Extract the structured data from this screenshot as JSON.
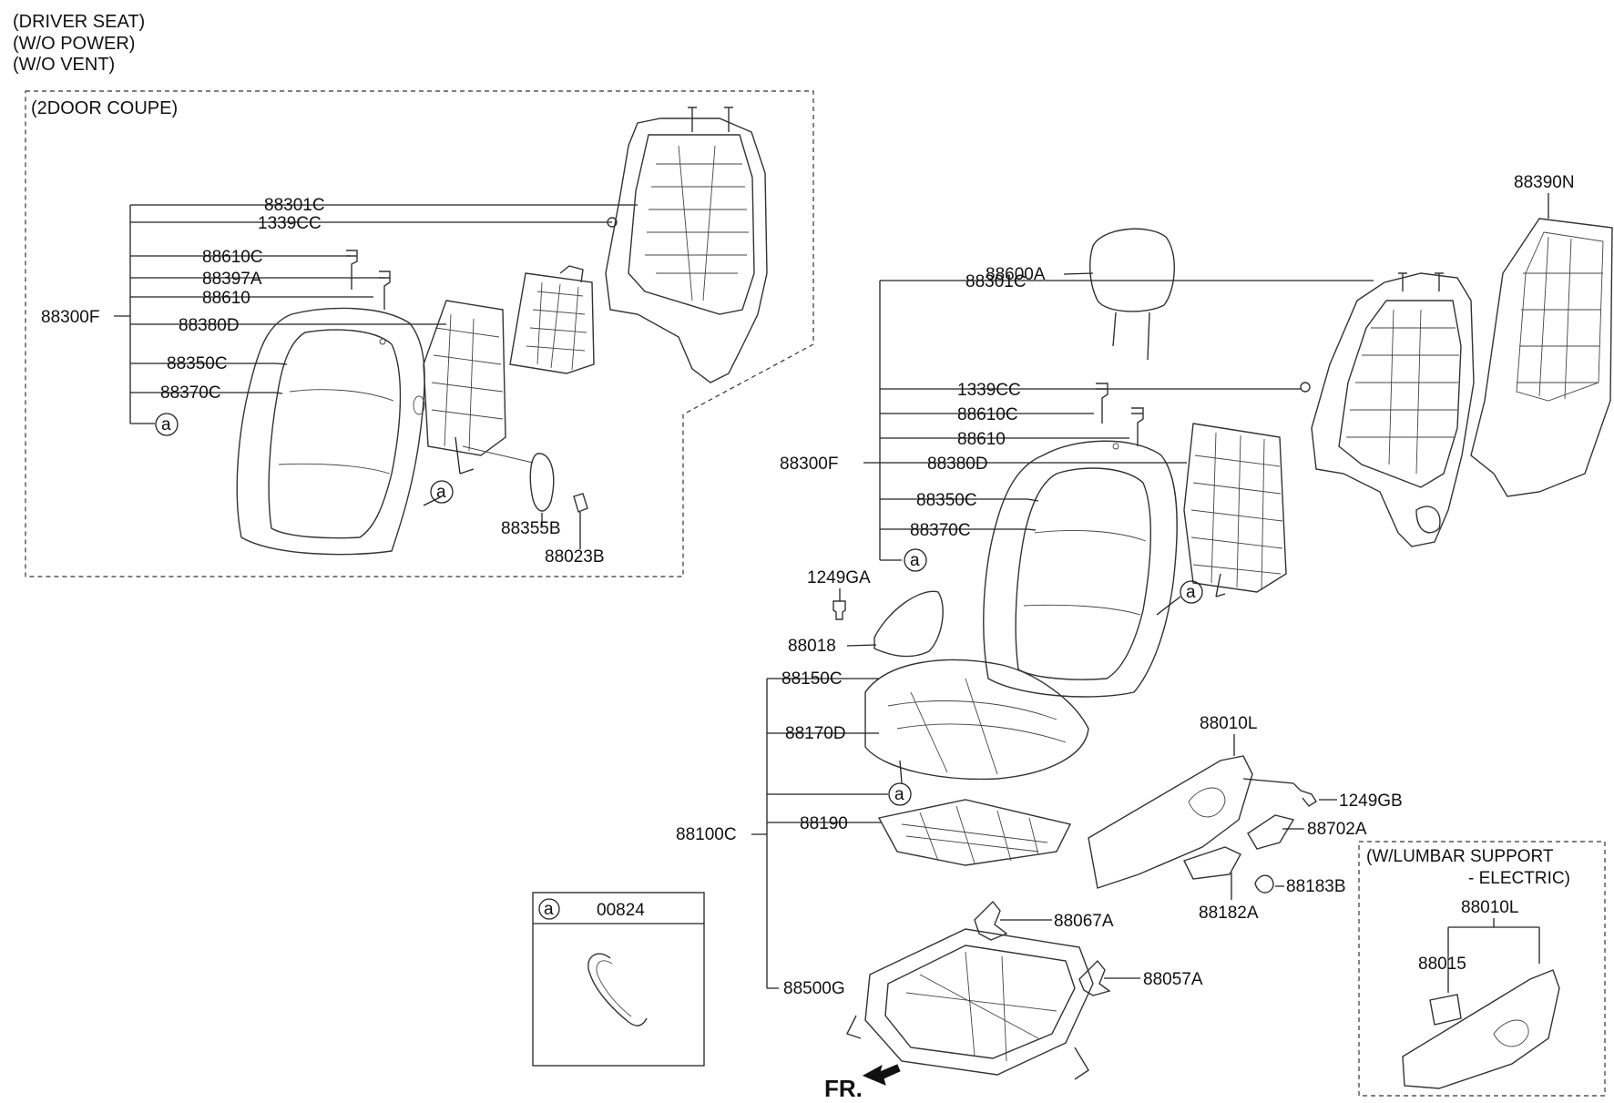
{
  "header": {
    "lines": [
      "(DRIVER SEAT)",
      "(W/O POWER)",
      "(W/O VENT)"
    ]
  },
  "inset_coupe": {
    "title": "(2DOOR COUPE)",
    "labels": {
      "p88301C": "88301C",
      "p1339CC": "1339CC",
      "p88610C": "88610C",
      "p88397A": "88397A",
      "p88610": "88610",
      "p88300F": "88300F",
      "p88380D": "88380D",
      "p88350C": "88350C",
      "p88370C": "88370C",
      "ref_a1": "a",
      "ref_a2": "a",
      "p88355B": "88355B",
      "p88023B": "88023B"
    }
  },
  "main": {
    "labels": {
      "p88390N": "88390N",
      "p88600A": "88600A",
      "p88301C": "88301C",
      "p1339CC": "1339CC",
      "p88610C": "88610C",
      "p88610": "88610",
      "p88300F": "88300F",
      "p88380D": "88380D",
      "p88350C": "88350C",
      "p88370C": "88370C",
      "ref_a1": "a",
      "ref_a2": "a",
      "p1249GA": "1249GA",
      "p88018": "88018",
      "p88150C": "88150C",
      "p88170D": "88170D",
      "ref_a3": "a",
      "p88100C": "88100C",
      "p88190": "88190",
      "p88010L": "88010L",
      "p1249GB": "1249GB",
      "p88702A": "88702A",
      "p88182A": "88182A",
      "p88183B": "88183B",
      "p88067A": "88067A",
      "p88057A": "88057A",
      "p88500G": "88500G",
      "fr": "FR."
    }
  },
  "legend_box": {
    "ref": "a",
    "part": "00824"
  },
  "inset_lumbar": {
    "title_line1": "(W/LUMBAR SUPPORT",
    "title_line2": "- ELECTRIC)",
    "p88010L": "88010L",
    "p88015": "88015"
  }
}
